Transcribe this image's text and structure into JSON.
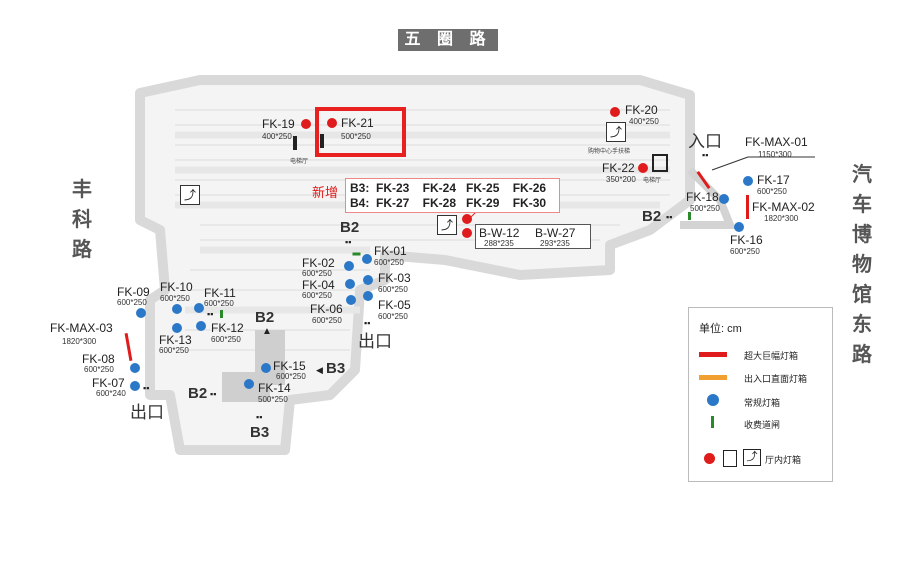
{
  "roads": {
    "top": "五 圈 路",
    "left": "丰科路",
    "right": "汽车博物馆东路"
  },
  "colors": {
    "regular_box": "#2b78c8",
    "indoor_box": "#e01b1b",
    "mega_box": "#e01b1b",
    "entrance_box": "#f0a030",
    "gate": "#2a8a2a",
    "highlight": "#e82020"
  },
  "markers": [
    {
      "id": "FK-19",
      "size": "400*250",
      "kind": "red"
    },
    {
      "id": "FK-21",
      "size": "500*250",
      "kind": "red"
    },
    {
      "id": "FK-20",
      "size": "400*250",
      "kind": "red"
    },
    {
      "id": "FK-22",
      "size": "350*200",
      "kind": "red"
    },
    {
      "id": "FK-MAX-01",
      "size": "1150*300",
      "kind": "mega"
    },
    {
      "id": "FK-17",
      "size": "600*250",
      "kind": "blue"
    },
    {
      "id": "FK-18",
      "size": "500*250",
      "kind": "blue"
    },
    {
      "id": "FK-MAX-02",
      "size": "1820*300",
      "kind": "mega"
    },
    {
      "id": "FK-16",
      "size": "600*250",
      "kind": "blue"
    },
    {
      "id": "FK-01",
      "size": "600*250",
      "kind": "blue"
    },
    {
      "id": "FK-02",
      "size": "600*250",
      "kind": "blue"
    },
    {
      "id": "FK-03",
      "size": "600*250",
      "kind": "blue"
    },
    {
      "id": "FK-04",
      "size": "600*250",
      "kind": "blue"
    },
    {
      "id": "FK-05",
      "size": "600*250",
      "kind": "blue"
    },
    {
      "id": "FK-06",
      "size": "600*250",
      "kind": "blue"
    },
    {
      "id": "FK-09",
      "size": "600*250",
      "kind": "blue"
    },
    {
      "id": "FK-10",
      "size": "600*250",
      "kind": "blue"
    },
    {
      "id": "FK-11",
      "size": "600*250",
      "kind": "blue"
    },
    {
      "id": "FK-12",
      "size": "600*250",
      "kind": "blue"
    },
    {
      "id": "FK-13",
      "size": "600*250",
      "kind": "blue"
    },
    {
      "id": "FK-MAX-03",
      "size": "1820*300",
      "kind": "mega"
    },
    {
      "id": "FK-08",
      "size": "600*250",
      "kind": "blue"
    },
    {
      "id": "FK-07",
      "size": "600*240",
      "kind": "blue"
    },
    {
      "id": "FK-15",
      "size": "600*250",
      "kind": "blue"
    },
    {
      "id": "FK-14",
      "size": "500*250",
      "kind": "blue"
    },
    {
      "id": "B-W-12",
      "size": "288*235",
      "kind": "red"
    },
    {
      "id": "B-W-27",
      "size": "293*235",
      "kind": "red"
    }
  ],
  "new_box": {
    "tag": "新增",
    "row1": "B3:  FK-23    FK-24   FK-25    FK-26",
    "row2": "B4:  FK-27    FK-28   FK-29    FK-30"
  },
  "floors": {
    "b2": "B2",
    "b3": "B3"
  },
  "exits": {
    "exit": "出口",
    "entry": "入口"
  },
  "small_notes": {
    "elevator_hall": "电梯厅",
    "elevator_hall2": "电梯厅",
    "mall_elevator": "购物中心手扶梯"
  },
  "legend": {
    "unit": "单位: cm",
    "items": [
      "超大巨幅灯箱",
      "出入口直面灯箱",
      "常规灯箱",
      "收费道闸",
      "厅内灯箱"
    ]
  }
}
